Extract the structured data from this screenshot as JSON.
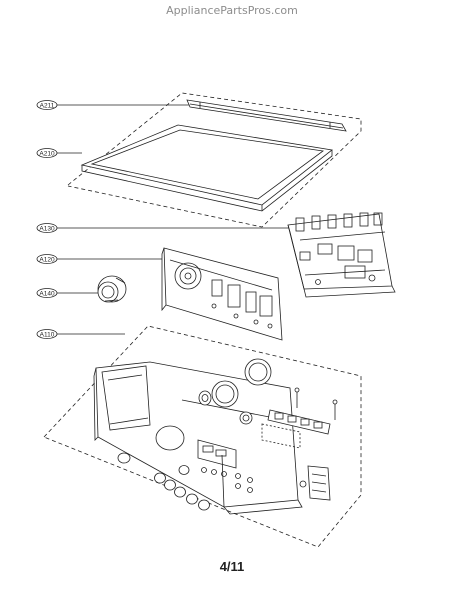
{
  "watermark": "AppliancePartsPros.com",
  "page_number": "4/11",
  "callouts": [
    "A211",
    "A210",
    "A130",
    "A120",
    "A140",
    "A110"
  ]
}
